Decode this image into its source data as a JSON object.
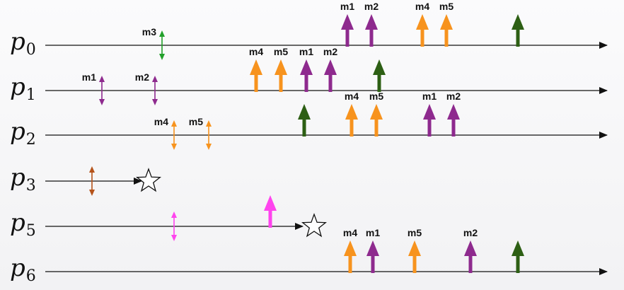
{
  "colors": {
    "purple": "#8e2a8e",
    "orange": "#f7931e",
    "green": "#2d5f14",
    "bright_green": "#22a02a",
    "brown": "#b5531a",
    "magenta": "#ff44ee",
    "line": "#111111"
  },
  "processes": [
    {
      "id": "p0",
      "base": "p",
      "sub": "0"
    },
    {
      "id": "p1",
      "base": "p",
      "sub": "1"
    },
    {
      "id": "p2",
      "base": "p",
      "sub": "2"
    },
    {
      "id": "p3",
      "base": "p",
      "sub": "3"
    },
    {
      "id": "p5",
      "base": "p",
      "sub": "5"
    },
    {
      "id": "p6",
      "base": "p",
      "sub": "6"
    }
  ],
  "events": [
    {
      "process": "p0",
      "kind": "send",
      "label": "m3",
      "color": "bright_green"
    },
    {
      "process": "p0",
      "kind": "deliver",
      "label": "m1",
      "color": "purple"
    },
    {
      "process": "p0",
      "kind": "deliver",
      "label": "m2",
      "color": "purple"
    },
    {
      "process": "p0",
      "kind": "deliver",
      "label": "m4",
      "color": "orange"
    },
    {
      "process": "p0",
      "kind": "deliver",
      "label": "m5",
      "color": "orange"
    },
    {
      "process": "p0",
      "kind": "deliver",
      "label": "",
      "color": "green"
    },
    {
      "process": "p1",
      "kind": "send",
      "label": "m1",
      "color": "purple"
    },
    {
      "process": "p1",
      "kind": "send",
      "label": "m2",
      "color": "purple"
    },
    {
      "process": "p1",
      "kind": "deliver",
      "label": "m4",
      "color": "orange"
    },
    {
      "process": "p1",
      "kind": "deliver",
      "label": "m5",
      "color": "orange"
    },
    {
      "process": "p1",
      "kind": "deliver",
      "label": "m1",
      "color": "purple"
    },
    {
      "process": "p1",
      "kind": "deliver",
      "label": "m2",
      "color": "purple"
    },
    {
      "process": "p1",
      "kind": "deliver",
      "label": "",
      "color": "green"
    },
    {
      "process": "p2",
      "kind": "send",
      "label": "m4",
      "color": "orange"
    },
    {
      "process": "p2",
      "kind": "send",
      "label": "m5",
      "color": "orange"
    },
    {
      "process": "p2",
      "kind": "deliver",
      "label": "",
      "color": "green"
    },
    {
      "process": "p2",
      "kind": "deliver",
      "label": "m4",
      "color": "orange"
    },
    {
      "process": "p2",
      "kind": "deliver",
      "label": "m5",
      "color": "orange"
    },
    {
      "process": "p2",
      "kind": "deliver",
      "label": "m1",
      "color": "purple"
    },
    {
      "process": "p2",
      "kind": "deliver",
      "label": "m2",
      "color": "purple"
    },
    {
      "process": "p3",
      "kind": "send",
      "label": "",
      "color": "brown"
    },
    {
      "process": "p3",
      "kind": "crash",
      "label": "",
      "color": ""
    },
    {
      "process": "p5",
      "kind": "send",
      "label": "",
      "color": "magenta"
    },
    {
      "process": "p5",
      "kind": "deliver",
      "label": "",
      "color": "magenta"
    },
    {
      "process": "p5",
      "kind": "crash",
      "label": "",
      "color": ""
    },
    {
      "process": "p6",
      "kind": "deliver",
      "label": "m4",
      "color": "orange"
    },
    {
      "process": "p6",
      "kind": "deliver",
      "label": "m1",
      "color": "purple"
    },
    {
      "process": "p6",
      "kind": "deliver",
      "label": "m5",
      "color": "orange"
    },
    {
      "process": "p6",
      "kind": "deliver",
      "label": "m2",
      "color": "purple"
    },
    {
      "process": "p6",
      "kind": "deliver",
      "label": "",
      "color": "green"
    }
  ]
}
